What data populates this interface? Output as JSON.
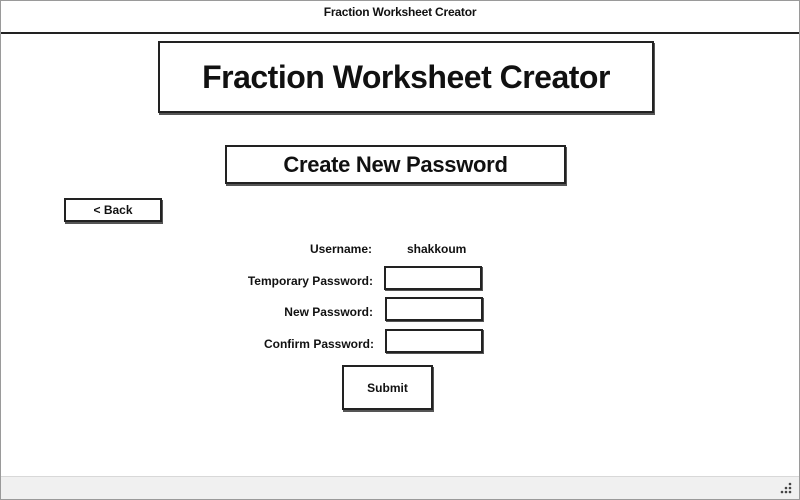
{
  "window": {
    "title": "Fraction Worksheet Creator"
  },
  "header": {
    "title": "Fraction Worksheet Creator"
  },
  "subheader": {
    "title": "Create New Password"
  },
  "back_button": {
    "label": "< Back"
  },
  "form": {
    "username_label": "Username:",
    "username_value": "shakkoum",
    "temp_password_label": "Temporary Password:",
    "temp_password_value": "",
    "new_password_label": "New Password:",
    "new_password_value": "",
    "confirm_password_label": "Confirm Password:",
    "confirm_password_value": ""
  },
  "submit_button": {
    "label": "Submit"
  },
  "icons": {
    "resize_grip": "resize-grip-icon"
  }
}
